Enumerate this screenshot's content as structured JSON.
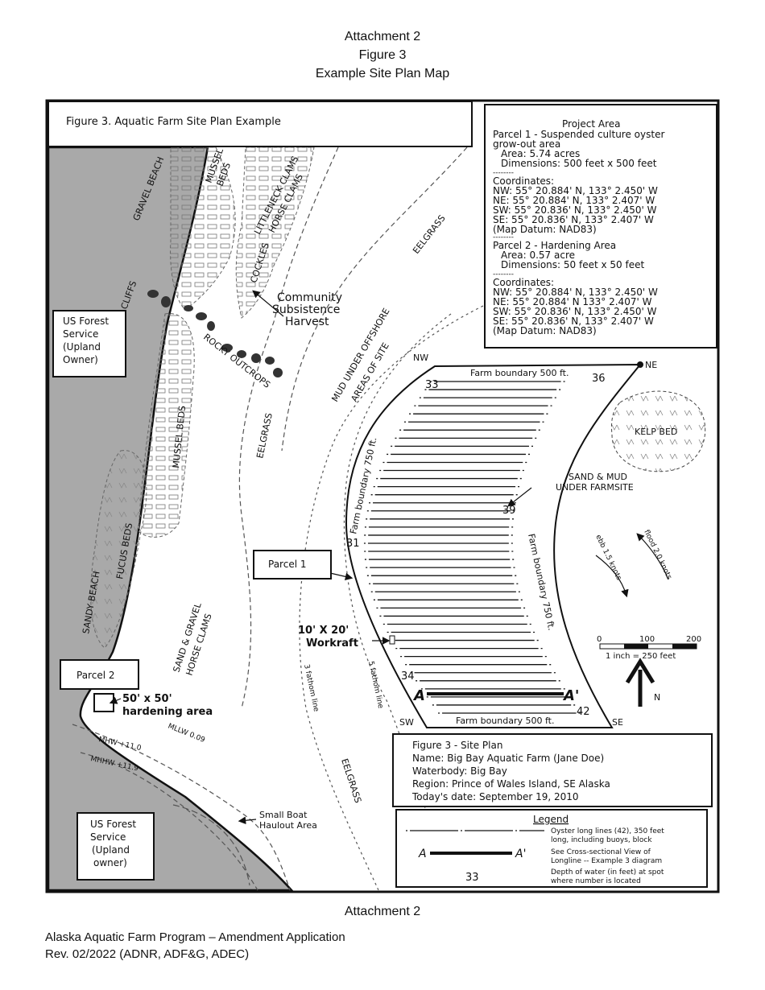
{
  "header": {
    "line1": "Attachment 2",
    "line2": "Figure 3",
    "line3": "Example Site Plan Map"
  },
  "map": {
    "title": "Figure 3. Aquatic Farm Site Plan Example",
    "project_area": {
      "heading": "Project Area",
      "p1_title_1": "Parcel 1 -  Suspended culture oyster",
      "p1_title_2": "grow-out area",
      "p1_area": "Area: 5.74 acres",
      "p1_dim": "Dimensions: 500 feet x 500 feet",
      "sep": "--------",
      "coords_label": "Coordinates:",
      "p1_nw": "NW: 55° 20.884' N, 133° 2.450' W",
      "p1_ne": "NE: 55° 20.884' N, 133° 2.407' W",
      "p1_sw": "SW: 55° 20.836' N, 133° 2.450' W",
      "p1_se": "SE: 55° 20.836' N, 133° 2.407' W",
      "datum": "(Map Datum:  NAD83)",
      "p2_title": "Parcel 2 - Hardening Area",
      "p2_area": "Area: 0.57 acre",
      "p2_dim": "Dimensions: 50 feet x 50 feet",
      "p2_nw": "NW: 55° 20.884' N, 133° 2.450' W",
      "p2_ne": "NE: 55° 20.884' N 133° 2.407' W",
      "p2_sw": "SW: 55° 20.836' N, 133° 2.450' W",
      "p2_se": "SE: 55° 20.836' N, 133° 2.407' W"
    },
    "labels": {
      "gravel_beach": "GRAVEL BEACH",
      "mussel_beds_top_1": "MUSSEL",
      "mussel_beds_top_2": "BEDS",
      "littleneck": "LITTLENECK CLAMS",
      "horse_clams": "HORSE CLAMS",
      "cockles": "COCKLES",
      "eelgrass_top": "EELGRASS",
      "cliffs": "CLIFFS",
      "community_1": "Community",
      "community_2": "Subsistence",
      "community_3": "Harvest",
      "forest_top_1": "US Forest",
      "forest_top_2": "Service",
      "forest_top_3": "(Upland",
      "forest_top_4": "Owner)",
      "rocky": "ROCKY OUTCROPS",
      "mud_1": "MUD UNDER OFFSHORE",
      "mud_2": "AREAS OF SITE",
      "eelgrass_mid": "EELGRASS",
      "mussel_beds_mid": "MUSSEL BEDS",
      "fucus": "FUCUS BEDS",
      "kelp_bed": "KELP BED",
      "sand_mud_1": "SAND & MUD",
      "sand_mud_2": "UNDER FARMSITE",
      "parcel1": "Parcel 1",
      "workraft_1": "10' X 20'",
      "workraft_2": "Workraft",
      "sandy_beach": "SANDY BEACH",
      "sand_gravel_1": "SAND & GRAVEL",
      "sand_gravel_2": "HORSE CLAMS",
      "parcel2": "Parcel 2",
      "hardening_1": "50' x 50'",
      "hardening_2": "hardening area",
      "mllw": "MLLW 0.09",
      "mhw": "MHW +11.0",
      "mhhw": "MHHW +11.9",
      "three_fathom": "3 fathom line",
      "five_fathom": "5 fathom line",
      "eelgrass_bottom": "EELGRASS",
      "small_boat_1": "Small Boat",
      "small_boat_2": "Haulout Area",
      "forest_bot_1": "US Forest",
      "forest_bot_2": "Service",
      "forest_bot_3": "(Upland",
      "forest_bot_4": "owner)",
      "ebb": "ebb 1.5 knots",
      "flood": "flood 2.0 knots",
      "north": "N"
    },
    "farm": {
      "boundary_top": "Farm boundary 500 ft.",
      "boundary_bottom": "Farm boundary 500 ft.",
      "boundary_left": "Farm boundary 750 ft.",
      "boundary_right": "Farm boundary 750 ft.",
      "corner_nw": "NW",
      "corner_ne": "NE",
      "corner_sw": "SW",
      "corner_se": "SE",
      "depth_33": "33",
      "depth_36": "36",
      "depth_39": "39",
      "depth_31": "31",
      "depth_34": "34",
      "depth_42": "42",
      "section_a": "A",
      "section_a_prime": "A'"
    },
    "scale": {
      "tick_0": "0",
      "tick_100": "100",
      "tick_200": "200",
      "ratio": "1 inch = 250 feet"
    },
    "site_plan": {
      "line1": "Figure 3 - Site Plan",
      "line2": "Name: Big Bay Aquatic Farm (Jane Doe)",
      "line3": "Waterbody: Big Bay",
      "line4": "Region: Prince of Wales Island, SE Alaska",
      "line5": "Today's date: September 19, 2010"
    },
    "legend": {
      "title": "Legend",
      "longline_1": "Oyster long lines (42), 350 feet",
      "longline_2": "long, including buoys, block",
      "section_1": "See Cross-sectional View of",
      "section_2": "Longline -- Example 3 diagram",
      "section_a": "A",
      "section_a_prime": "A'",
      "depth_sample": "33",
      "depth_1": "Depth of water (in feet) at spot",
      "depth_2": "where number is located"
    }
  },
  "footer": {
    "attachment": "Attachment 2",
    "program": "Alaska Aquatic Farm Program – Amendment Application",
    "rev": "Rev. 02/2022 (ADNR, ADF&G, ADEC)"
  },
  "colors": {
    "land": "#a9a9a9",
    "ink": "#111111"
  }
}
